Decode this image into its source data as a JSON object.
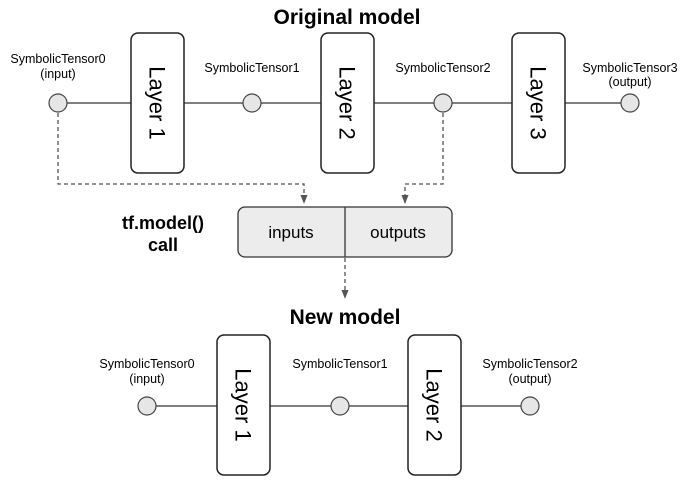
{
  "original_model": {
    "title": "Original model",
    "tensors": [
      {
        "name": "SymbolicTensor0",
        "note": "(input)"
      },
      {
        "name": "SymbolicTensor1",
        "note": ""
      },
      {
        "name": "SymbolicTensor2",
        "note": ""
      },
      {
        "name": "SymbolicTensor3",
        "note": "(output)"
      }
    ],
    "layers": [
      {
        "word": "Layer",
        "num": "1"
      },
      {
        "word": "Layer",
        "num": "2"
      },
      {
        "word": "Layer",
        "num": "3"
      }
    ]
  },
  "call": {
    "label_line1": "tf.model()",
    "label_line2": "call",
    "inputs": "inputs",
    "outputs": "outputs"
  },
  "new_model": {
    "title": "New model",
    "tensors": [
      {
        "name": "SymbolicTensor0",
        "note": "(input)"
      },
      {
        "name": "SymbolicTensor1",
        "note": ""
      },
      {
        "name": "SymbolicTensor2",
        "note": "(output)"
      }
    ],
    "layers": [
      {
        "word": "Layer",
        "num": "1"
      },
      {
        "word": "Layer",
        "num": "2"
      }
    ]
  }
}
